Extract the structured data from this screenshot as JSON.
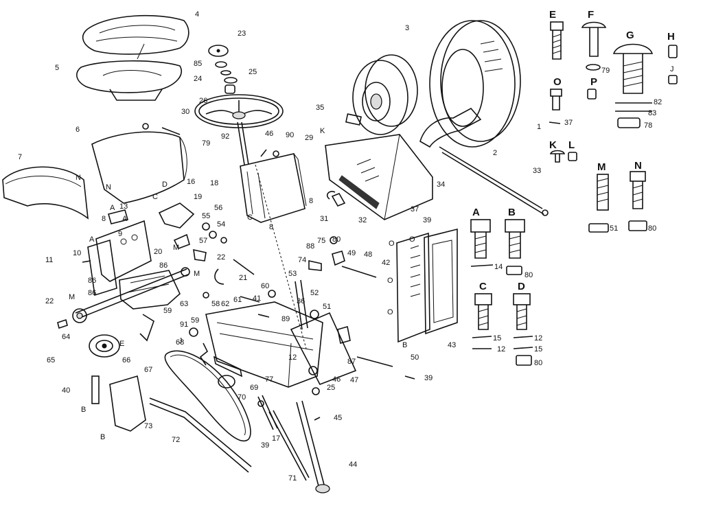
{
  "diagram": {
    "callouts": [
      {
        "text": "4"
      },
      {
        "text": "5"
      },
      {
        "text": "23"
      },
      {
        "text": "85"
      },
      {
        "text": "24"
      },
      {
        "text": "25"
      },
      {
        "text": "26"
      },
      {
        "text": "30"
      },
      {
        "text": "6"
      },
      {
        "text": "79"
      },
      {
        "text": "92"
      },
      {
        "text": "46"
      },
      {
        "text": "90"
      },
      {
        "text": "29"
      },
      {
        "text": "35"
      },
      {
        "text": "K"
      },
      {
        "text": "3"
      },
      {
        "text": "1"
      },
      {
        "text": "37"
      },
      {
        "text": "2"
      },
      {
        "text": "33"
      },
      {
        "text": "34"
      },
      {
        "text": "37"
      },
      {
        "text": "39"
      },
      {
        "text": "31"
      },
      {
        "text": "32"
      },
      {
        "text": "7"
      },
      {
        "text": "N"
      },
      {
        "text": "N"
      },
      {
        "text": "D"
      },
      {
        "text": "C"
      },
      {
        "text": "16"
      },
      {
        "text": "18"
      },
      {
        "text": "19"
      },
      {
        "text": "A"
      },
      {
        "text": "13"
      },
      {
        "text": "A"
      },
      {
        "text": "8"
      },
      {
        "text": "9"
      },
      {
        "text": "A"
      },
      {
        "text": "56"
      },
      {
        "text": "55"
      },
      {
        "text": "54"
      },
      {
        "text": "8"
      },
      {
        "text": "C"
      },
      {
        "text": "8"
      },
      {
        "text": "20"
      },
      {
        "text": "M"
      },
      {
        "text": "57"
      },
      {
        "text": "22"
      },
      {
        "text": "10"
      },
      {
        "text": "11"
      },
      {
        "text": "86"
      },
      {
        "text": "86"
      },
      {
        "text": "86"
      },
      {
        "text": "M"
      },
      {
        "text": "21"
      },
      {
        "text": "88"
      },
      {
        "text": "75"
      },
      {
        "text": "80"
      },
      {
        "text": "74"
      },
      {
        "text": "49"
      },
      {
        "text": "48"
      },
      {
        "text": "53"
      },
      {
        "text": "22"
      },
      {
        "text": "M"
      },
      {
        "text": "63"
      },
      {
        "text": "58"
      },
      {
        "text": "59"
      },
      {
        "text": "62"
      },
      {
        "text": "61"
      },
      {
        "text": "60"
      },
      {
        "text": "41"
      },
      {
        "text": "36"
      },
      {
        "text": "52"
      },
      {
        "text": "51"
      },
      {
        "text": "89"
      },
      {
        "text": "59"
      },
      {
        "text": "91"
      },
      {
        "text": "J"
      },
      {
        "text": "64"
      },
      {
        "text": "65"
      },
      {
        "text": "E"
      },
      {
        "text": "66"
      },
      {
        "text": "68"
      },
      {
        "text": "12"
      },
      {
        "text": "87"
      },
      {
        "text": "50"
      },
      {
        "text": "39"
      },
      {
        "text": "67"
      },
      {
        "text": "69"
      },
      {
        "text": "77"
      },
      {
        "text": "46"
      },
      {
        "text": "47"
      },
      {
        "text": "25"
      },
      {
        "text": "70"
      },
      {
        "text": "40"
      },
      {
        "text": "B"
      },
      {
        "text": "B"
      },
      {
        "text": "73"
      },
      {
        "text": "72"
      },
      {
        "text": "39"
      },
      {
        "text": "17"
      },
      {
        "text": "45"
      },
      {
        "text": "71"
      },
      {
        "text": "44"
      },
      {
        "text": "O"
      },
      {
        "text": "O"
      },
      {
        "text": "42"
      },
      {
        "text": "O"
      },
      {
        "text": "O"
      },
      {
        "text": "B"
      },
      {
        "text": "43"
      }
    ],
    "fastener_key": [
      {
        "text": "E"
      },
      {
        "text": "F"
      },
      {
        "text": "G"
      },
      {
        "text": "H"
      },
      {
        "text": "J"
      },
      {
        "text": "79"
      },
      {
        "text": "O"
      },
      {
        "text": "P"
      },
      {
        "text": "82"
      },
      {
        "text": "83"
      },
      {
        "text": "78"
      },
      {
        "text": "K"
      },
      {
        "text": "L"
      },
      {
        "text": "M"
      },
      {
        "text": "N"
      },
      {
        "text": "51"
      },
      {
        "text": "80"
      },
      {
        "text": "A"
      },
      {
        "text": "B"
      },
      {
        "text": "14"
      },
      {
        "text": "80"
      },
      {
        "text": "C"
      },
      {
        "text": "D"
      },
      {
        "text": "15"
      },
      {
        "text": "12"
      },
      {
        "text": "12"
      },
      {
        "text": "15"
      },
      {
        "text": "80"
      }
    ]
  }
}
